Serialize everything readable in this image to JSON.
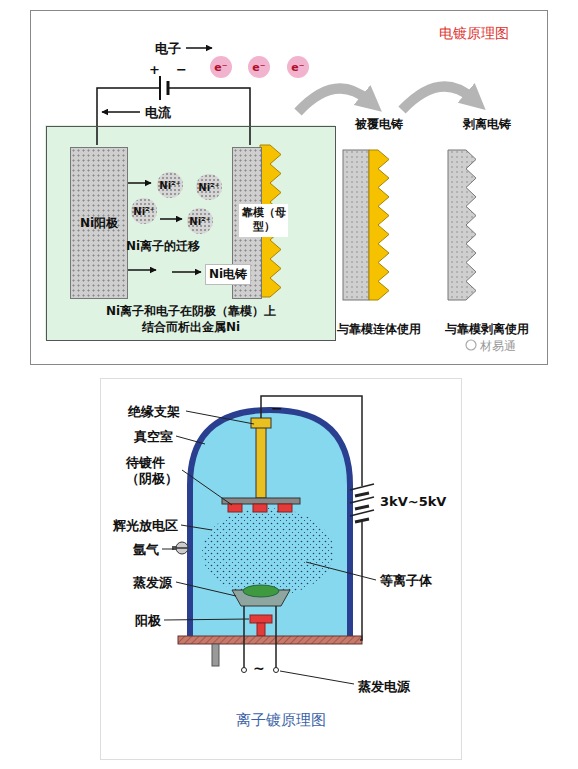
{
  "diagram": {
    "nodes": [
      {
        "text": [
          "电镀原理图"
        ]
      },
      {
        "text": [
          "Ni离子和电子在阴极（靠模）上结合而析出金属Ni"
        ],
        "in": 0
      },
      {
        "text": [
          "Ni阳极"
        ],
        "in": 1
      },
      {
        "text": [
          "靠模（母型）"
        ],
        "in": 1
      },
      {
        "text": [
          "Ni²⁺"
        ],
        "in": 1
      },
      {
        "text": [
          "Ni²⁺"
        ],
        "in": 1
      },
      {
        "text": [
          "Ni²⁺"
        ],
        "in": 1
      },
      {
        "text": [
          "Ni²⁺"
        ],
        "in": 1
      },
      {
        "text": [
          "e⁻"
        ],
        "in": 0
      },
      {
        "text": [
          "e⁻"
        ],
        "in": 0
      },
      {
        "text": [
          "e⁻"
        ],
        "in": 0
      },
      {
        "text": [
          "被覆电铸",
          "与靠模连体使用"
        ],
        "in": 0
      },
      {
        "text": [
          "剥离电铸",
          "与靠模剥离使用"
        ],
        "in": 0
      },
      {
        "text": [
          "离子镀原理图"
        ]
      }
    ],
    "labels": [
      "电子",
      "+",
      "−",
      "电流",
      "Ni离子的迁移",
      "Ni电铸",
      "材易通",
      "绝缘支架",
      "−",
      "真空室",
      "待镀件（阴极）",
      "辉光放电区",
      "氩气",
      "蒸发源",
      "阳极",
      "3kV~5kV",
      "等离子体",
      "~",
      "蒸发电源"
    ]
  }
}
